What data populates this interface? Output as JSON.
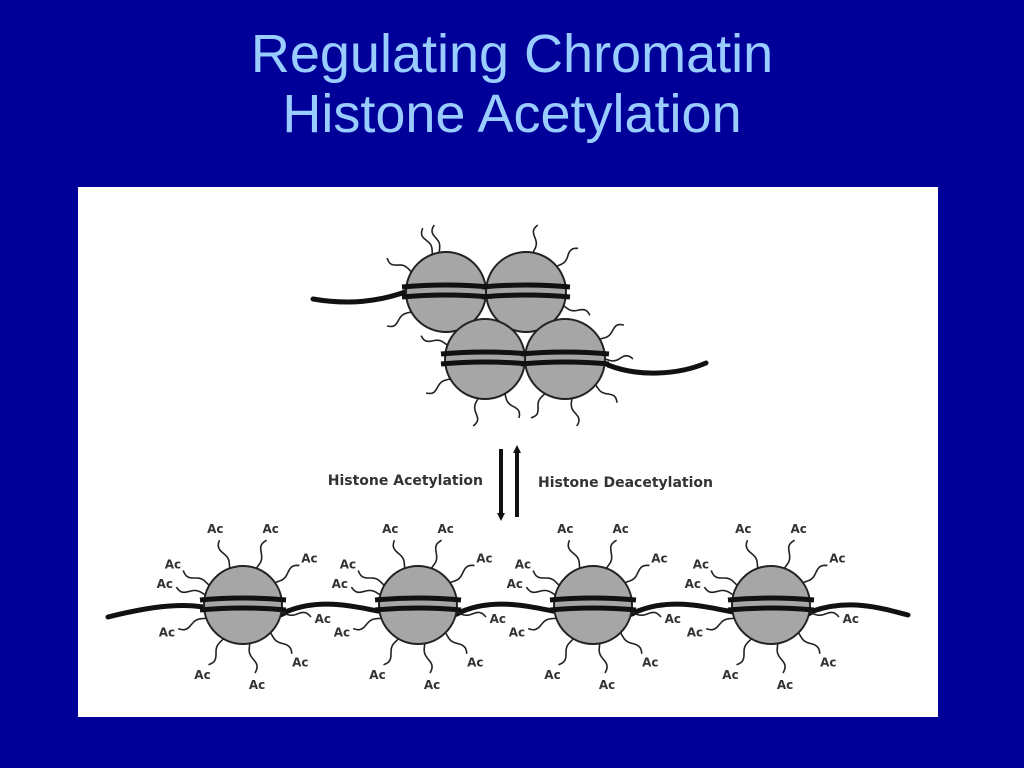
{
  "slide": {
    "title_line1": "Regulating Chromatin",
    "title_line2": "Histone Acetylation"
  },
  "diagram": {
    "forward_label": "Histone Acetylation",
    "reverse_label": "Histone Deacetylation",
    "tag_text": "Ac",
    "condensed_nucleosome_count": 4,
    "relaxed_nucleosome_count": 4
  },
  "colors": {
    "background": "#000099",
    "title": "#99ccff",
    "panel": "#ffffff",
    "histone_fill": "#a6a6a6",
    "dna": "#111111"
  }
}
